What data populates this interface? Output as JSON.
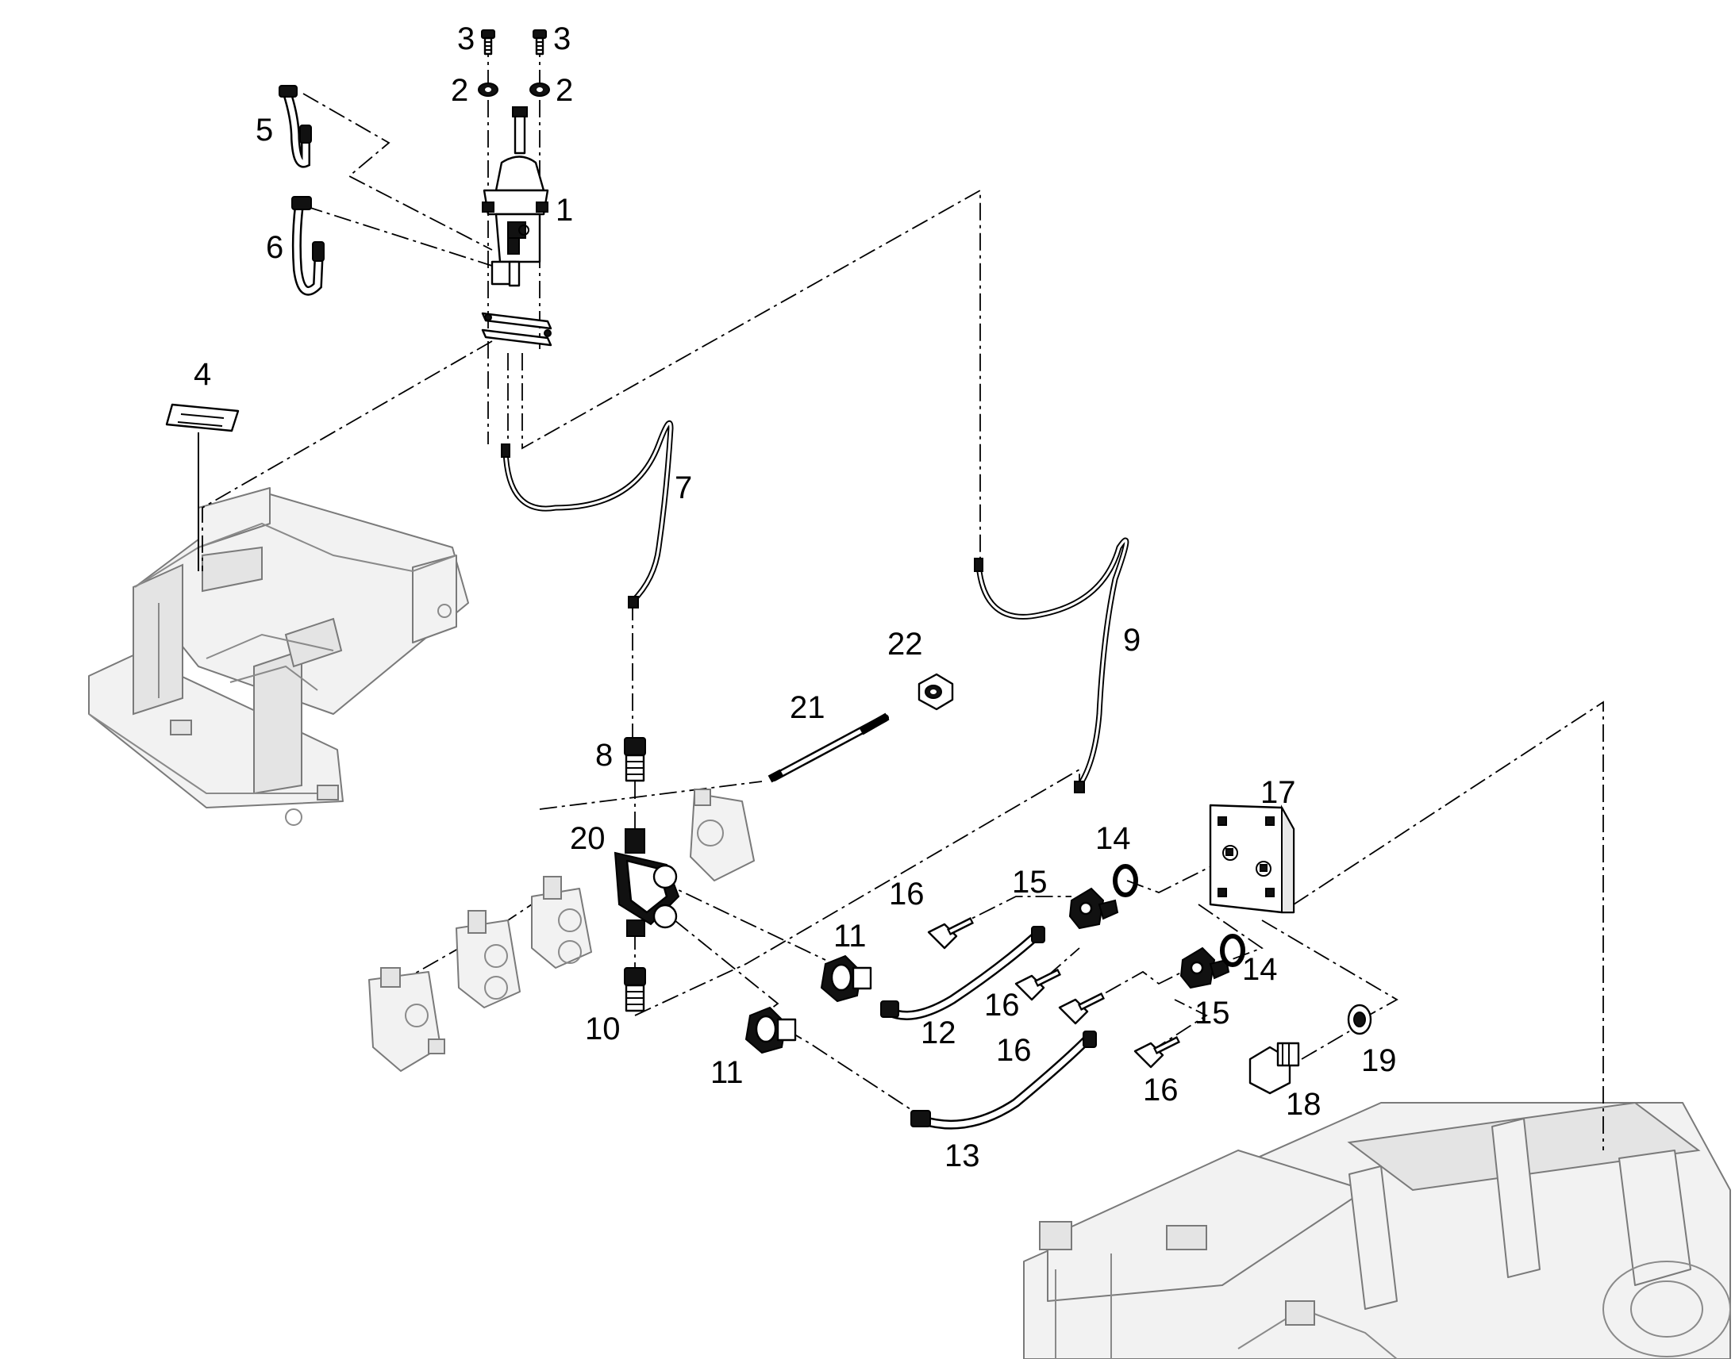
{
  "labels": {
    "p1": "1",
    "p2a": "2",
    "p2b": "2",
    "p3a": "3",
    "p3b": "3",
    "p4": "4",
    "p5": "5",
    "p6": "6",
    "p7": "7",
    "p8": "8",
    "p9": "9",
    "p10": "10",
    "p11a": "11",
    "p11b": "11",
    "p12": "12",
    "p13": "13",
    "p14a": "14",
    "p14b": "14",
    "p15a": "15",
    "p15b": "15",
    "p16a": "16",
    "p16b": "16",
    "p16c": "16",
    "p16d": "16",
    "p17": "17",
    "p18": "18",
    "p19": "19",
    "p20": "20",
    "p21": "21",
    "p22": "22"
  }
}
